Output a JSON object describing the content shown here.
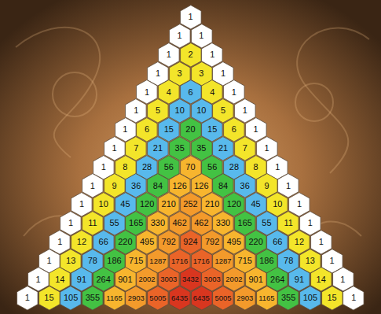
{
  "diagram": {
    "nodes": [
      {
        "text": [
          "1"
        ]
      },
      {
        "text": [
          "1"
        ]
      },
      {
        "text": [
          "1"
        ]
      },
      {
        "text": [
          "1"
        ]
      },
      {
        "text": [
          "2"
        ]
      },
      {
        "text": [
          "1"
        ]
      },
      {
        "text": [
          "1"
        ]
      },
      {
        "text": [
          "3"
        ]
      },
      {
        "text": [
          "3"
        ]
      },
      {
        "text": [
          "1"
        ]
      },
      {
        "text": [
          "1"
        ]
      },
      {
        "text": [
          "4"
        ]
      },
      {
        "text": [
          "6"
        ]
      },
      {
        "text": [
          "4"
        ]
      },
      {
        "text": [
          "1"
        ]
      },
      {
        "text": [
          "1"
        ]
      },
      {
        "text": [
          "5"
        ]
      },
      {
        "text": [
          "10"
        ]
      },
      {
        "text": [
          "10"
        ]
      },
      {
        "text": [
          "5"
        ]
      },
      {
        "text": [
          "1"
        ]
      },
      {
        "text": [
          "1"
        ]
      },
      {
        "text": [
          "6"
        ]
      },
      {
        "text": [
          "15"
        ]
      },
      {
        "text": [
          "20"
        ]
      },
      {
        "text": [
          "15"
        ]
      },
      {
        "text": [
          "6"
        ]
      },
      {
        "text": [
          "1"
        ]
      },
      {
        "text": [
          "1"
        ]
      },
      {
        "text": [
          "7"
        ]
      },
      {
        "text": [
          "21"
        ]
      },
      {
        "text": [
          "35"
        ]
      },
      {
        "text": [
          "35"
        ]
      },
      {
        "text": [
          "21"
        ]
      },
      {
        "text": [
          "7"
        ]
      },
      {
        "text": [
          "1"
        ]
      },
      {
        "text": [
          "1"
        ]
      },
      {
        "text": [
          "8"
        ]
      },
      {
        "text": [
          "28"
        ]
      },
      {
        "text": [
          "56"
        ]
      },
      {
        "text": [
          "70"
        ]
      },
      {
        "text": [
          "56"
        ]
      },
      {
        "text": [
          "28"
        ]
      },
      {
        "text": [
          "8"
        ]
      },
      {
        "text": [
          "1"
        ]
      },
      {
        "text": [
          "1"
        ]
      },
      {
        "text": [
          "9"
        ]
      },
      {
        "text": [
          "36"
        ]
      },
      {
        "text": [
          "84"
        ]
      },
      {
        "text": [
          "126"
        ]
      },
      {
        "text": [
          "126"
        ]
      },
      {
        "text": [
          "84"
        ]
      },
      {
        "text": [
          "36"
        ]
      },
      {
        "text": [
          "9"
        ]
      },
      {
        "text": [
          "1"
        ]
      },
      {
        "text": [
          "1"
        ]
      },
      {
        "text": [
          "10"
        ]
      },
      {
        "text": [
          "45"
        ]
      },
      {
        "text": [
          "120"
        ]
      },
      {
        "text": [
          "210"
        ]
      },
      {
        "text": [
          "252"
        ]
      },
      {
        "text": [
          "210"
        ]
      },
      {
        "text": [
          "120"
        ]
      },
      {
        "text": [
          "45"
        ]
      },
      {
        "text": [
          "10"
        ]
      },
      {
        "text": [
          "1"
        ]
      },
      {
        "text": [
          "1"
        ]
      },
      {
        "text": [
          "11"
        ]
      },
      {
        "text": [
          "55"
        ]
      },
      {
        "text": [
          "165"
        ]
      },
      {
        "text": [
          "330"
        ]
      },
      {
        "text": [
          "462"
        ]
      },
      {
        "text": [
          "462"
        ]
      },
      {
        "text": [
          "330"
        ]
      },
      {
        "text": [
          "165"
        ]
      },
      {
        "text": [
          "55"
        ]
      },
      {
        "text": [
          "11"
        ]
      },
      {
        "text": [
          "1"
        ]
      },
      {
        "text": [
          "1"
        ]
      },
      {
        "text": [
          "12"
        ]
      },
      {
        "text": [
          "66"
        ]
      },
      {
        "text": [
          "220"
        ]
      },
      {
        "text": [
          "495"
        ]
      },
      {
        "text": [
          "792"
        ]
      },
      {
        "text": [
          "924"
        ]
      },
      {
        "text": [
          "792"
        ]
      },
      {
        "text": [
          "495"
        ]
      },
      {
        "text": [
          "220"
        ]
      },
      {
        "text": [
          "66"
        ]
      },
      {
        "text": [
          "12"
        ]
      },
      {
        "text": [
          "1"
        ]
      },
      {
        "text": [
          "1"
        ]
      },
      {
        "text": [
          "13"
        ]
      },
      {
        "text": [
          "78"
        ]
      },
      {
        "text": [
          "186"
        ]
      },
      {
        "text": [
          "715"
        ]
      },
      {
        "text": [
          "1287"
        ]
      },
      {
        "text": [
          "1716"
        ]
      },
      {
        "text": [
          "1716"
        ]
      },
      {
        "text": [
          "1287"
        ]
      },
      {
        "text": [
          "715"
        ]
      },
      {
        "text": [
          "186"
        ]
      },
      {
        "text": [
          "78"
        ]
      },
      {
        "text": [
          "13"
        ]
      },
      {
        "text": [
          "1"
        ]
      },
      {
        "text": [
          "1"
        ]
      },
      {
        "text": [
          "14"
        ]
      },
      {
        "text": [
          "91"
        ]
      },
      {
        "text": [
          "264"
        ]
      },
      {
        "text": [
          "901"
        ]
      },
      {
        "text": [
          "2002"
        ]
      },
      {
        "text": [
          "3003"
        ]
      },
      {
        "text": [
          "3432"
        ]
      },
      {
        "text": [
          "3003"
        ]
      },
      {
        "text": [
          "2002"
        ]
      },
      {
        "text": [
          "901"
        ]
      },
      {
        "text": [
          "264"
        ]
      },
      {
        "text": [
          "91"
        ]
      },
      {
        "text": [
          "14"
        ]
      },
      {
        "text": [
          "1"
        ]
      },
      {
        "text": [
          "1"
        ]
      },
      {
        "text": [
          "15"
        ]
      },
      {
        "text": [
          "105"
        ]
      },
      {
        "text": [
          "355"
        ]
      },
      {
        "text": [
          "1165"
        ]
      },
      {
        "text": [
          "2903"
        ]
      },
      {
        "text": [
          "5005"
        ]
      },
      {
        "text": [
          "6435"
        ]
      },
      {
        "text": [
          "6435"
        ]
      },
      {
        "text": [
          "5005"
        ]
      },
      {
        "text": [
          "2903"
        ]
      },
      {
        "text": [
          "1165"
        ]
      },
      {
        "text": [
          "355"
        ]
      },
      {
        "text": [
          "105"
        ]
      },
      {
        "text": [
          "15"
        ]
      },
      {
        "text": [
          "1"
        ]
      }
    ]
  }
}
